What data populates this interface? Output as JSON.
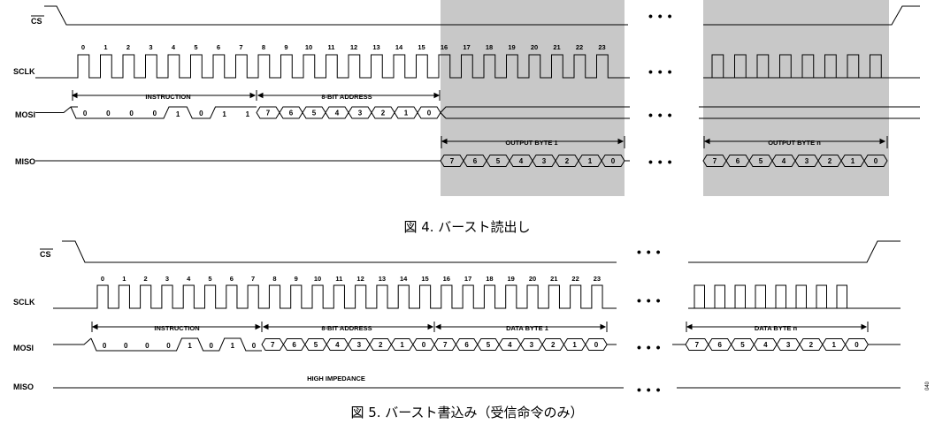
{
  "figure4": {
    "caption": "図 4. バースト読出し",
    "signals": {
      "cs": "CS",
      "sclk": "SCLK",
      "mosi": "MOSI",
      "miso": "MISO"
    },
    "clock_ticks": [
      "0",
      "1",
      "2",
      "3",
      "4",
      "5",
      "6",
      "7",
      "8",
      "9",
      "10",
      "11",
      "12",
      "13",
      "14",
      "15",
      "16",
      "17",
      "18",
      "19",
      "20",
      "21",
      "22",
      "23"
    ],
    "instruction_label": "INSTRUCTION",
    "instruction_bits": [
      "0",
      "0",
      "0",
      "0",
      "1",
      "0",
      "1",
      "1"
    ],
    "address_label": "8-BIT ADDRESS",
    "address_bits": [
      "7",
      "6",
      "5",
      "4",
      "3",
      "2",
      "1",
      "0"
    ],
    "output_byte1_label": "OUTPUT BYTE 1",
    "output_byte1_bits": [
      "7",
      "6",
      "5",
      "4",
      "3",
      "2",
      "1",
      "0"
    ],
    "output_byten_label": "OUTPUT BYTE n",
    "output_byten_bits": [
      "7",
      "6",
      "5",
      "4",
      "3",
      "2",
      "1",
      "0"
    ],
    "ellipsis": "• • •"
  },
  "figure5": {
    "caption": "図 5. バースト書込み（受信命令のみ）",
    "signals": {
      "cs": "CS",
      "sclk": "SCLK",
      "mosi": "MOSI",
      "miso": "MISO"
    },
    "clock_ticks": [
      "0",
      "1",
      "2",
      "3",
      "4",
      "5",
      "6",
      "7",
      "8",
      "9",
      "10",
      "11",
      "12",
      "13",
      "14",
      "15",
      "16",
      "17",
      "18",
      "19",
      "20",
      "21",
      "22",
      "23"
    ],
    "instruction_label": "INSTRUCTION",
    "instruction_bits": [
      "0",
      "0",
      "0",
      "0",
      "1",
      "0",
      "1",
      "0"
    ],
    "address_label": "8-BIT ADDRESS",
    "address_bits": [
      "7",
      "6",
      "5",
      "4",
      "3",
      "2",
      "1",
      "0"
    ],
    "data_byte1_label": "DATA BYTE 1",
    "data_byte1_bits": [
      "7",
      "6",
      "5",
      "4",
      "3",
      "2",
      "1",
      "0"
    ],
    "data_byten_label": "DATA BYTE n",
    "data_byten_bits": [
      "7",
      "6",
      "5",
      "4",
      "3",
      "2",
      "1",
      "0"
    ],
    "miso_label": "HIGH IMPEDANCE",
    "ellipsis": "• • •",
    "side_code": "040"
  },
  "colors": {
    "line": "#000000",
    "shade": "#c8c8c8",
    "background": "#ffffff"
  }
}
